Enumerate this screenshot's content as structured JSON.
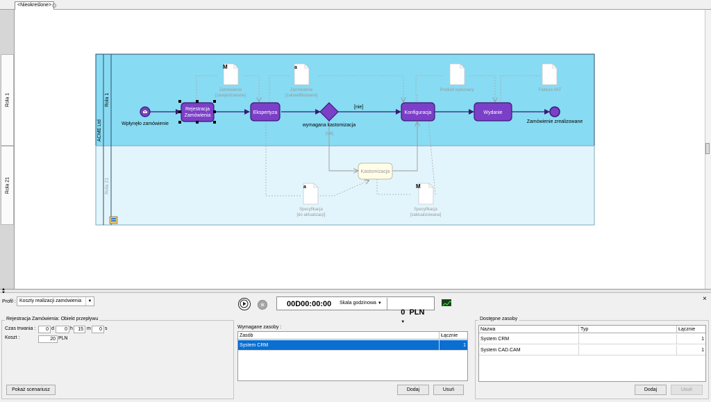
{
  "tab": {
    "label": "<Nieokreślone>"
  },
  "left_rows": [
    {
      "label": "Rola 1"
    },
    {
      "label": "Rola 21"
    }
  ],
  "diagram": {
    "pool_label": "ACME Ltd",
    "lanes": [
      {
        "label": "Rola 1"
      },
      {
        "label": "Rola 21"
      }
    ],
    "start_event": "Wpłynęło zamówienie",
    "end_event": "Zamówienie zrealizowane",
    "tasks": {
      "rejestracja_line1": "Rejestracja",
      "rejestracja_line2": "Zamówienia",
      "ekspertyza": "Ekspertyza",
      "konfiguracja": "Konfiguracja",
      "wydanie": "Wydanie",
      "kastomizacja": "Kastomizacja"
    },
    "gateway": {
      "label": "wymagana kastomizacja",
      "yes_label": "[tak]",
      "no_label": "[nie]"
    },
    "data_objects": {
      "zam_zarejestrowane_line1": "Zamówienie",
      "zam_zarejestrowane_line2": "[zarejestrowane]",
      "zam_zakwalifikowane_line1": "Zamówienie",
      "zam_zakwalifikowane_line2": "[zakwalifikowane]",
      "produkt": "Produkt wykonany",
      "faktura": "Faktura VAT",
      "spec_aktualizacji_line1": "Specyfikacja",
      "spec_aktualizacji_line2": "[do aktualizacji]",
      "spec_zaktualizowana_line1": "Specyfikacja",
      "spec_zaktualizowana_line2": "[zaktualizowana]",
      "marker_m": "M",
      "marker_a": "a"
    },
    "colors": {
      "lane1": "#87dbf3",
      "lane2": "#e3f5fc",
      "task": "#7b40c7",
      "task_border": "#3a1a73",
      "kastomizacja": "#fffde8"
    }
  },
  "profile": {
    "label": "Profil :",
    "value": "Koszty realizacji zamówienia",
    "close_icon": "×"
  },
  "simulation": {
    "time": "00D00:00:00",
    "scale": "Skala godzinowa",
    "cost": "0  PLN",
    "play_icon": "play-icon",
    "stop_icon": "stop-icon",
    "chart_icon": "chart-icon"
  },
  "object_panel": {
    "title": "Rejestracja Zamówienia: Obiekt przepływu",
    "duration_label": "Czas trwania :",
    "cost_label": "Koszt :",
    "days": "0",
    "days_unit": "d",
    "hours": "0",
    "hours_unit": "h",
    "minutes": "15",
    "minutes_unit": "m",
    "seconds": "0",
    "seconds_unit": "s",
    "cost": "20",
    "currency": "PLN",
    "show_scenario": "Pokaż scenariusz"
  },
  "required": {
    "title": "Wymagane zasoby :",
    "columns": [
      "Zasób",
      "Łącznie"
    ],
    "rows": [
      {
        "name": "System CRM",
        "total": "1"
      }
    ],
    "add": "Dodaj",
    "remove": "Usuń"
  },
  "available": {
    "title": "Dostępne zasoby",
    "columns": [
      "Nazwa",
      "Typ",
      "Łącznie"
    ],
    "rows": [
      {
        "name": "System CRM",
        "type": "",
        "total": "1"
      },
      {
        "name": "System CAD.CAM",
        "type": "",
        "total": "1"
      }
    ],
    "add": "Dodaj",
    "remove": "Usuń"
  }
}
